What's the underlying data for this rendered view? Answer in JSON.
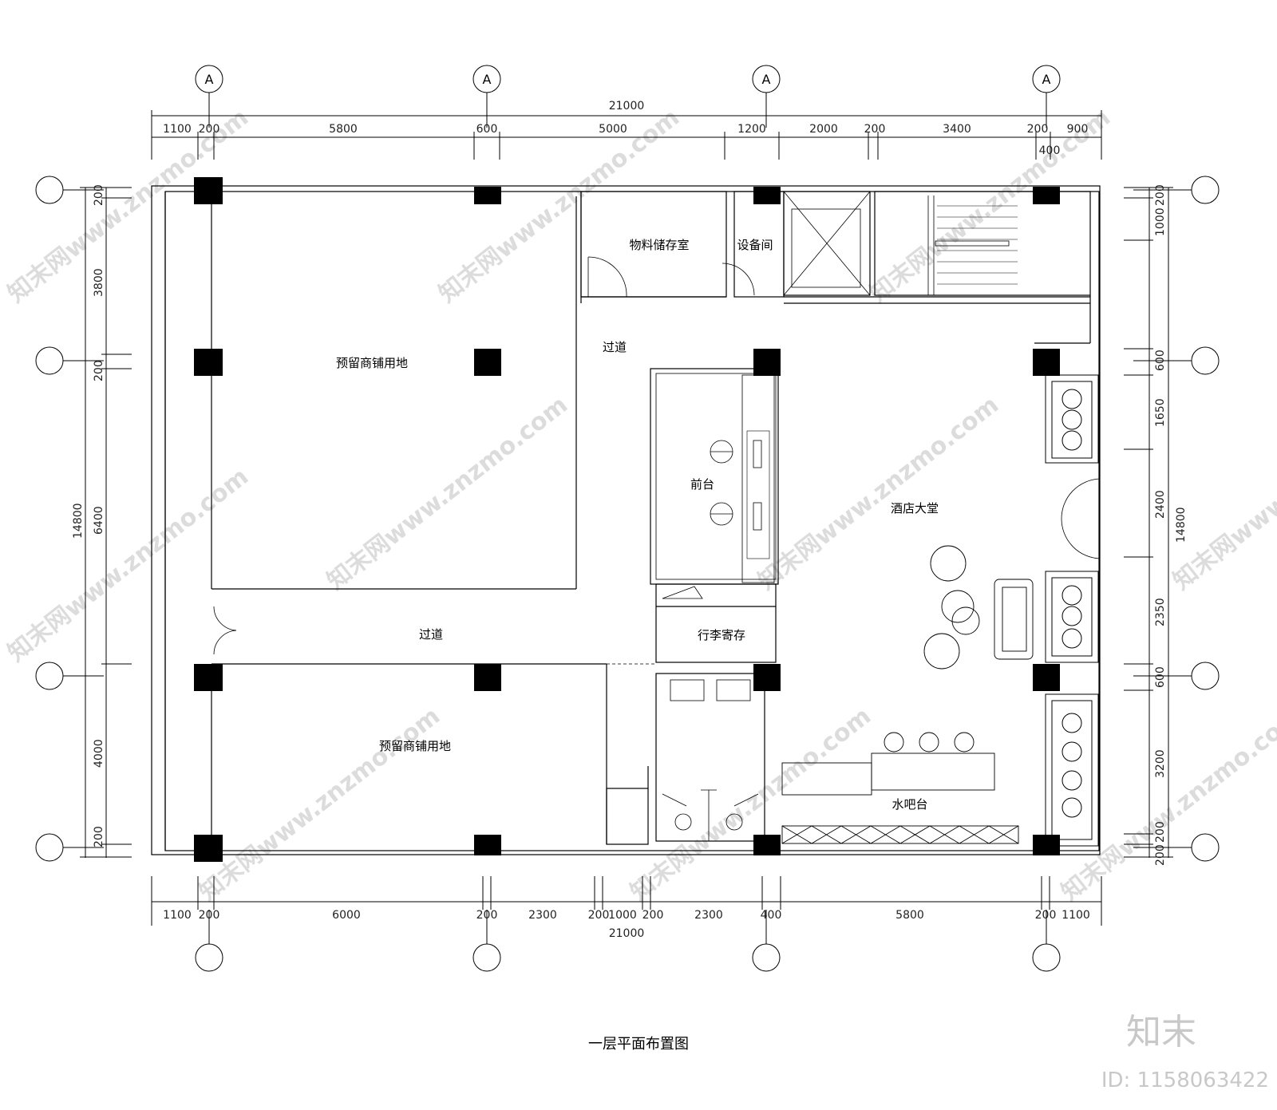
{
  "drawing": {
    "title": "一层平面布置图",
    "rooms": {
      "shop_upper": "预留商铺用地",
      "shop_lower": "预留商铺用地",
      "storage": "物料储存室",
      "equipment": "设备间",
      "corridor_upper": "过道",
      "corridor_main": "过道",
      "front_desk": "前台",
      "luggage": "行李寄存",
      "lobby": "酒店大堂",
      "water_bar": "水吧台"
    },
    "top_axis_labels": [
      "A",
      "A",
      "A",
      "A"
    ],
    "top_total": "21000",
    "top_dims": [
      "1100",
      "200",
      "5800",
      "600",
      "5000",
      "1200",
      "2000",
      "200",
      "3400",
      "200",
      "900"
    ],
    "top_sub_dim": "400",
    "bottom_total": "21000",
    "bottom_dims": [
      "1100",
      "200",
      "6000",
      "200",
      "2300",
      "200",
      "1000",
      "200",
      "2300",
      "400",
      "5800",
      "200",
      "1100"
    ],
    "left_total": "14800",
    "left_dims": [
      "200",
      "3800",
      "200",
      "6400",
      "4000",
      "200"
    ],
    "right_total": "14800",
    "right_dims": [
      "200",
      "1000",
      "600",
      "1650",
      "2400",
      "2350",
      "600",
      "3200",
      "200",
      "200"
    ]
  },
  "watermark": {
    "logo": "知末",
    "id_text": "ID: 1158063422",
    "diagonal_text": "知末网www.znzmo.com"
  }
}
